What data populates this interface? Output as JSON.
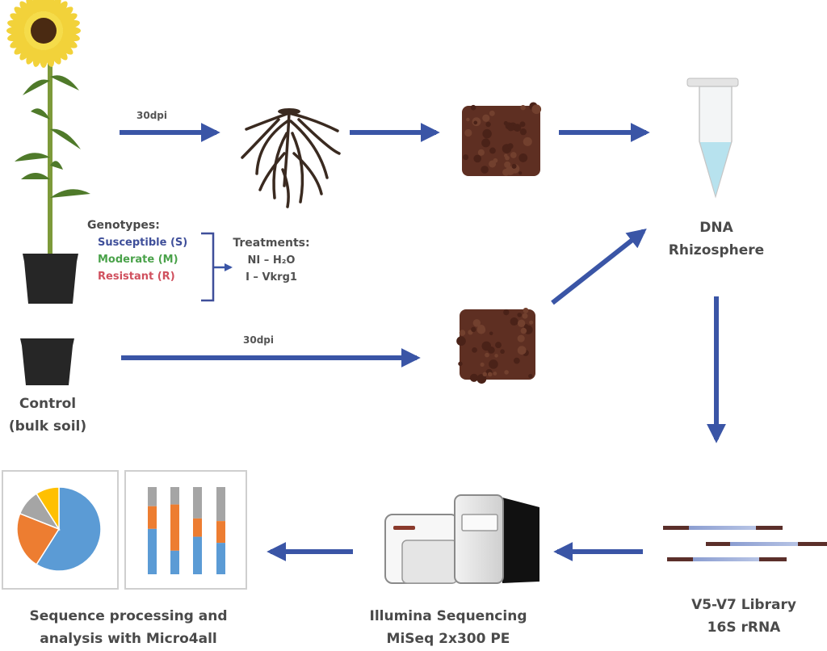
{
  "diagram": {
    "arrow_color": "#3a55a6",
    "steps": {
      "plant_arrow_label": "30dpi",
      "control_arrow_label": "30dpi",
      "dna": [
        "DNA",
        "Rhizosphere"
      ],
      "library": [
        "V5-V7 Library",
        "16S rRNA"
      ],
      "sequencing": [
        "Illumina Sequencing",
        "MiSeq 2x300 PE"
      ],
      "analysis": [
        "Sequence processing and",
        "analysis with Micro4all"
      ],
      "control": [
        "Control",
        "(bulk soil)"
      ]
    },
    "genotypes": {
      "title": "Genotypes:",
      "items": [
        {
          "label": "Susceptible (S)",
          "color": "#3f4f9a"
        },
        {
          "label": "Moderate (M)",
          "color": "#4aa24a"
        },
        {
          "label": "Resistant (R)",
          "color": "#d0505e"
        }
      ]
    },
    "treatments": {
      "title": "Treatments:",
      "items": [
        "NI – H₂O",
        "I – Vkrg1"
      ]
    },
    "colors": {
      "soil": "#5e2f22",
      "pot": "#262626",
      "stem": "#7d9a3a",
      "leaf": "#4f7a2a",
      "petal": "#f2d23a",
      "center": "#4a2a12",
      "tube_liquid": "#b7e2ee",
      "pie_blue": "#5b9bd5",
      "pie_orange": "#ed7d31",
      "pie_gray": "#a5a5a5",
      "pie_yellow": "#ffc000"
    },
    "pie_fractions": {
      "blue": 0.59,
      "orange": 0.22,
      "gray": 0.1,
      "yellow": 0.09
    },
    "stacked_bars": [
      {
        "gray": 0.22,
        "orange": 0.26,
        "blue": 0.52
      },
      {
        "gray": 0.2,
        "orange": 0.53,
        "blue": 0.27
      },
      {
        "gray": 0.36,
        "orange": 0.21,
        "blue": 0.43
      },
      {
        "gray": 0.39,
        "orange": 0.25,
        "blue": 0.36
      }
    ]
  }
}
